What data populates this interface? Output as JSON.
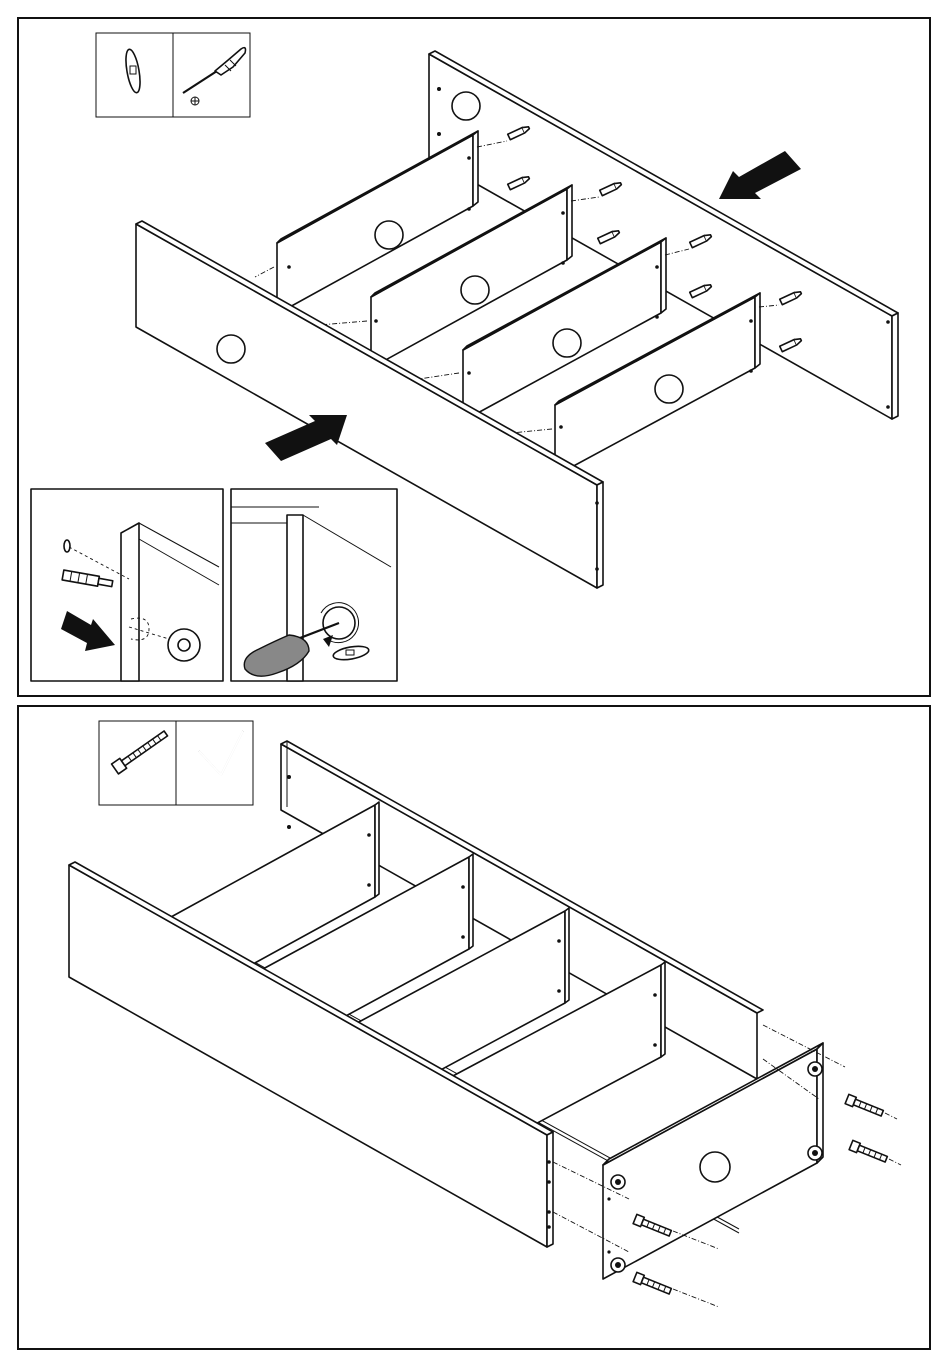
{
  "steps": [
    {
      "id": "step1",
      "tools": [
        "cam-disc",
        "phillips-screwdriver"
      ]
    },
    {
      "id": "step2",
      "tools": [
        "confirmat-screw",
        "allen-key"
      ]
    }
  ],
  "colors": {
    "line": "#111111",
    "panel": "#ffffff",
    "handle": "#888888"
  }
}
